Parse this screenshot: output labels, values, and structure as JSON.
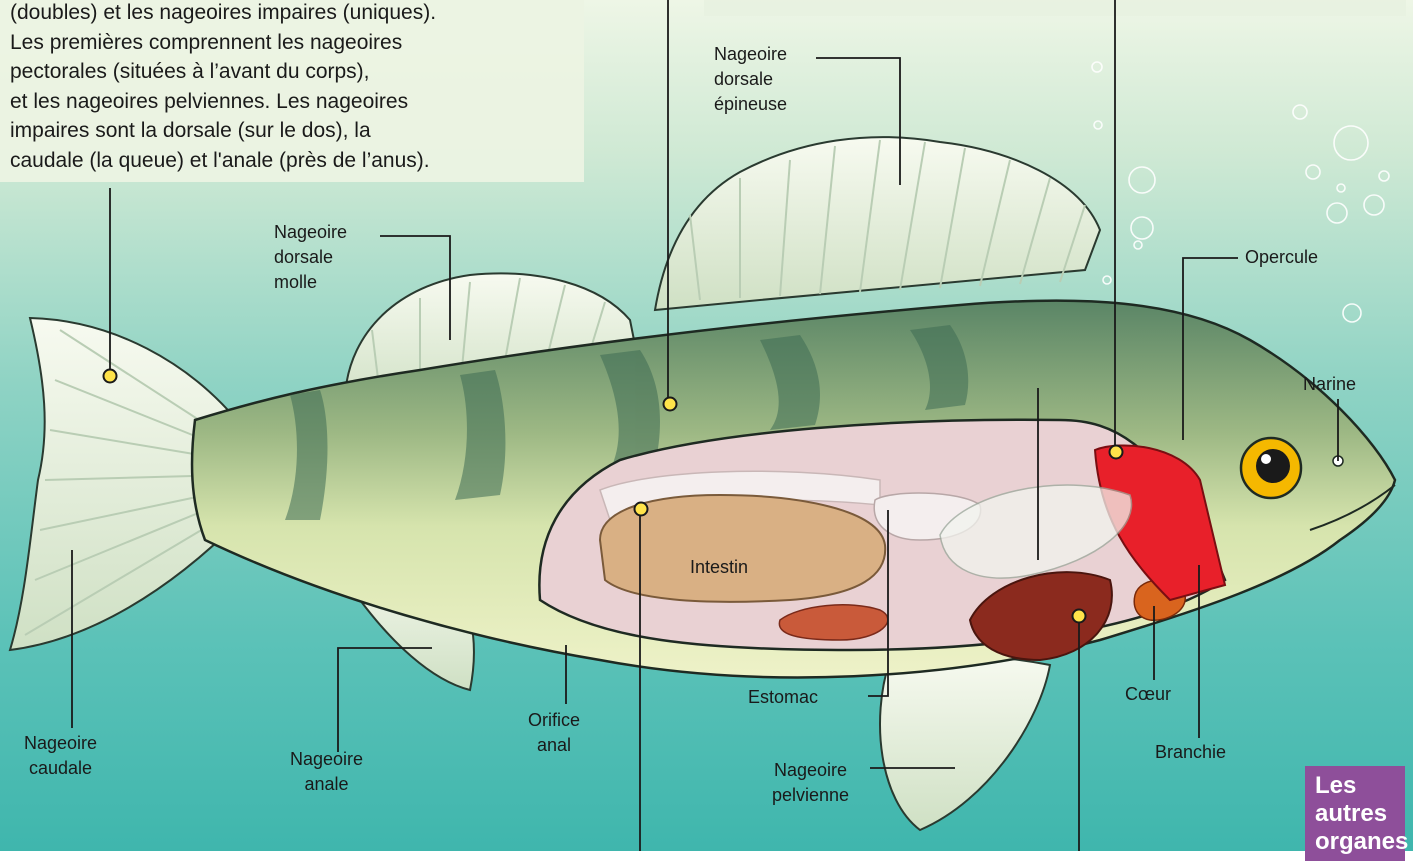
{
  "intro": {
    "lines": [
      "(doubles) et les nageoires impaires (uniques).",
      "Les premières comprennent les nageoires",
      "pectorales (situées à l’avant du corps),",
      "et les nageoires pelviennes. Les nageoires",
      "impaires sont la dorsale (sur le dos), la",
      "caudale (la queue) et l'anale (près de l’anus)."
    ]
  },
  "labels": {
    "dorsale_epineuse": "Nageoire\ndorsale\népineuse",
    "dorsale_molle": "Nageoire\ndorsale\nmolle",
    "opercule": "Opercule",
    "narine": "Narine",
    "intestin": "Intestin",
    "estomac": "Estomac",
    "coeur": "Cœur",
    "branchie": "Branchie",
    "caudale": "Nageoire\ncaudale",
    "anale": "Nageoire\nanale",
    "orifice_anal": "Orifice\nanal",
    "pelvienne": "Nageoire\npelvienne"
  },
  "badge": {
    "text": "Les autres organes"
  },
  "colors": {
    "water_top": "#eef6e6",
    "water_bottom": "#3fb6ad",
    "body": "#c9dca0",
    "back": "#4e7a5c",
    "fin": "#eef2e4",
    "gill": "#e8202a",
    "intestine": "#d9b084",
    "liver": "#8b2a1e",
    "heart": "#d9641e",
    "eye": "#f5b800",
    "badge": "#8e4f9a",
    "marker": "#ffe34a"
  }
}
